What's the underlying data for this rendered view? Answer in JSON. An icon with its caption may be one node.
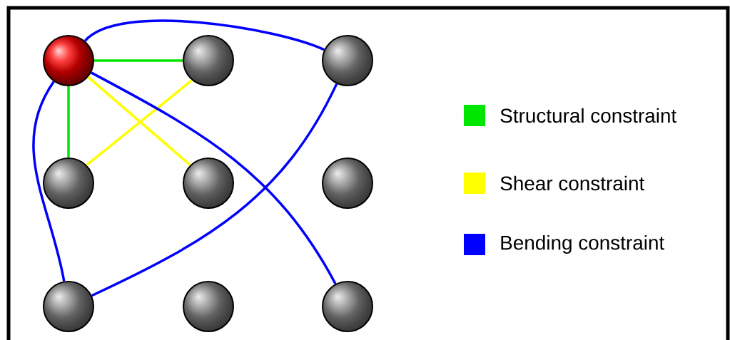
{
  "diagram": {
    "nodes": [
      {
        "text": [],
        "shape": "circle"
      },
      {
        "text": [],
        "shape": "circle"
      },
      {
        "text": [],
        "shape": "circle"
      },
      {
        "text": [],
        "shape": "circle"
      },
      {
        "text": [],
        "shape": "circle"
      },
      {
        "text": [],
        "shape": "circle"
      },
      {
        "text": [],
        "shape": "circle"
      },
      {
        "text": [],
        "shape": "circle"
      },
      {
        "text": [],
        "shape": "circle"
      }
    ],
    "edges": [
      {
        "from": 0,
        "to": 1,
        "arrow": "none",
        "color": "#00e600"
      },
      {
        "from": 0,
        "to": 3,
        "arrow": "none",
        "color": "#00e600"
      },
      {
        "from": 1,
        "to": 3,
        "arrow": "none",
        "color": "#ffff00"
      },
      {
        "from": 0,
        "to": 4,
        "arrow": "none",
        "color": "#ffff00"
      },
      {
        "from": 0,
        "to": 2,
        "arrow": "none",
        "color": "#0000ff"
      },
      {
        "from": 0,
        "to": 6,
        "arrow": "none",
        "color": "#0000ff"
      },
      {
        "from": 2,
        "to": 6,
        "arrow": "none",
        "color": "#0000ff"
      },
      {
        "from": 0,
        "to": 8,
        "arrow": "none",
        "color": "#0000ff"
      }
    ],
    "legend": [
      {
        "text": "Structural constraint",
        "color": "#00e600"
      },
      {
        "text": "Shear constraint",
        "color": "#ffff00"
      },
      {
        "text": "Bending constraint",
        "color": "#0000ff"
      }
    ]
  }
}
